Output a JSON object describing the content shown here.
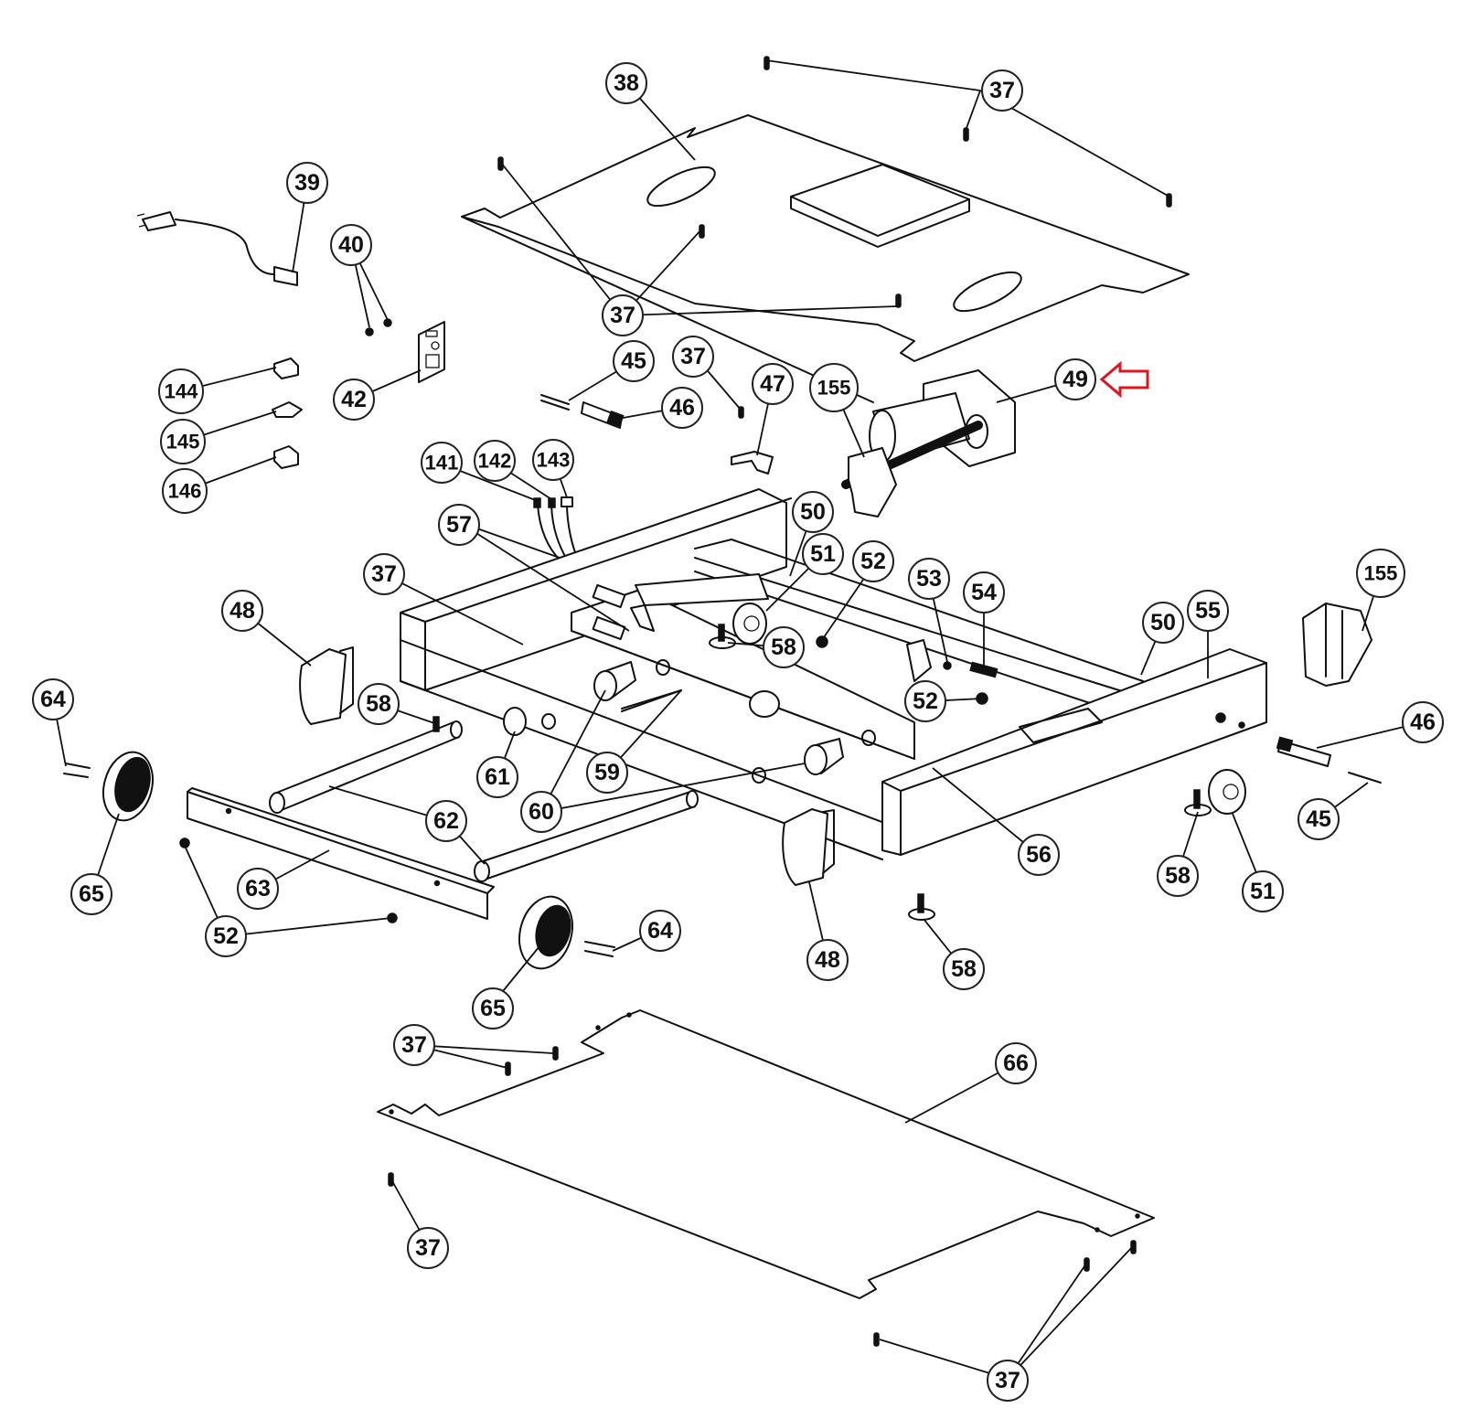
{
  "title": "Exploded parts diagram — treadmill base frame assembly",
  "highlight": {
    "part": "49",
    "marker": "red-outline-arrow",
    "color": "#e0141e"
  },
  "parts": [
    {
      "id": "37",
      "description": "screw"
    },
    {
      "id": "38",
      "description": "motor cover / top plate"
    },
    {
      "id": "39",
      "description": "power cord"
    },
    {
      "id": "40",
      "description": "screws"
    },
    {
      "id": "42",
      "description": "switch plate"
    },
    {
      "id": "45",
      "description": "pin"
    },
    {
      "id": "46",
      "description": "bushing"
    },
    {
      "id": "47",
      "description": "bracket"
    },
    {
      "id": "48",
      "description": "end cap"
    },
    {
      "id": "49",
      "description": "lift motor (highlighted)"
    },
    {
      "id": "50",
      "description": "screw"
    },
    {
      "id": "51",
      "description": "caster wheel"
    },
    {
      "id": "52",
      "description": "nut"
    },
    {
      "id": "53",
      "description": "washer"
    },
    {
      "id": "54",
      "description": "bolt"
    },
    {
      "id": "55",
      "description": "rear frame"
    },
    {
      "id": "56",
      "description": "main frame"
    },
    {
      "id": "57",
      "description": "switch"
    },
    {
      "id": "58",
      "description": "leveling foot"
    },
    {
      "id": "59",
      "description": "rod"
    },
    {
      "id": "60",
      "description": "roller"
    },
    {
      "id": "61",
      "description": "bushing"
    },
    {
      "id": "62",
      "description": "tube"
    },
    {
      "id": "63",
      "description": "crossbar"
    },
    {
      "id": "64",
      "description": "bolt"
    },
    {
      "id": "65",
      "description": "wheel"
    },
    {
      "id": "66",
      "description": "bottom plate"
    },
    {
      "id": "141",
      "description": "wire"
    },
    {
      "id": "142",
      "description": "wire"
    },
    {
      "id": "143",
      "description": "wire"
    },
    {
      "id": "144",
      "description": "switch"
    },
    {
      "id": "145",
      "description": "switch"
    },
    {
      "id": "146",
      "description": "switch"
    },
    {
      "id": "155",
      "description": "motor bracket"
    }
  ],
  "callouts": [
    {
      "label": "37"
    },
    {
      "label": "38"
    },
    {
      "label": "39"
    },
    {
      "label": "40"
    },
    {
      "label": "37"
    },
    {
      "label": "42"
    },
    {
      "label": "144"
    },
    {
      "label": "145"
    },
    {
      "label": "146"
    },
    {
      "label": "45"
    },
    {
      "label": "37"
    },
    {
      "label": "46"
    },
    {
      "label": "47"
    },
    {
      "label": "155"
    },
    {
      "label": "49"
    },
    {
      "label": "141"
    },
    {
      "label": "142"
    },
    {
      "label": "143"
    },
    {
      "label": "57"
    },
    {
      "label": "50"
    },
    {
      "label": "51"
    },
    {
      "label": "52"
    },
    {
      "label": "53"
    },
    {
      "label": "54"
    },
    {
      "label": "37"
    },
    {
      "label": "48"
    },
    {
      "label": "58"
    },
    {
      "label": "52"
    },
    {
      "label": "50"
    },
    {
      "label": "55"
    },
    {
      "label": "155"
    },
    {
      "label": "64"
    },
    {
      "label": "58"
    },
    {
      "label": "61"
    },
    {
      "label": "59"
    },
    {
      "label": "46"
    },
    {
      "label": "62"
    },
    {
      "label": "60"
    },
    {
      "label": "45"
    },
    {
      "label": "65"
    },
    {
      "label": "63"
    },
    {
      "label": "56"
    },
    {
      "label": "58"
    },
    {
      "label": "51"
    },
    {
      "label": "52"
    },
    {
      "label": "64"
    },
    {
      "label": "48"
    },
    {
      "label": "58"
    },
    {
      "label": "65"
    },
    {
      "label": "37"
    },
    {
      "label": "66"
    },
    {
      "label": "37"
    },
    {
      "label": "37"
    }
  ]
}
